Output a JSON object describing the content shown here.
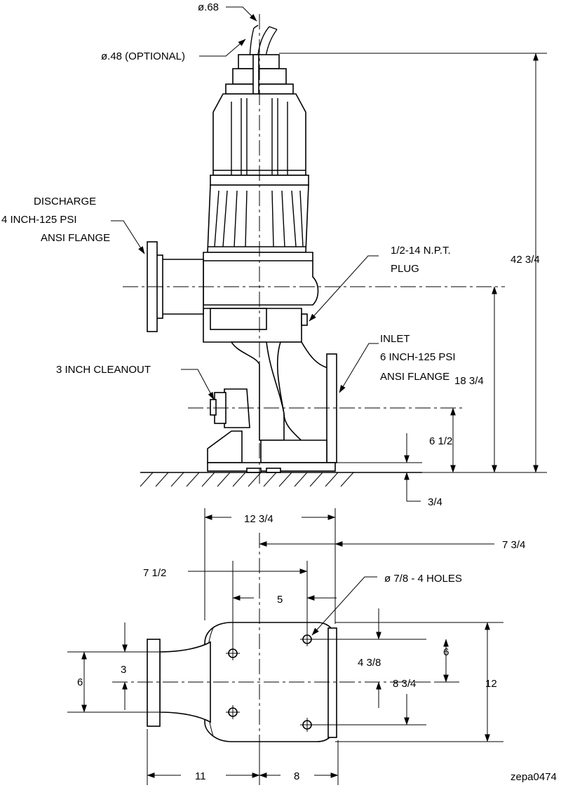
{
  "elevation_labels": {
    "cable_dia": "ø.68",
    "cable_dia_optional": "ø.48 (OPTIONAL)",
    "discharge_line1": "DISCHARGE",
    "discharge_line2": "4 INCH-125 PSI",
    "discharge_line3": "ANSI FLANGE",
    "plug_line1": "1/2-14 N.P.T.",
    "plug_line2": "PLUG",
    "inlet_line1": "INLET",
    "inlet_line2": "6 INCH-125 PSI",
    "inlet_line3": "ANSI FLANGE",
    "cleanout": "3 INCH CLEANOUT",
    "overall_height": "42 3/4",
    "discharge_height": "18 3/4",
    "inlet_height": "6 1/2",
    "base_thickness": "3/4"
  },
  "plan_labels": {
    "overall_width": "12 3/4",
    "half_width": "7 3/4",
    "bolt_offset": "7 1/2",
    "bolt_spacing_x": "5",
    "holes": "ø 7/8 - 4 HOLES",
    "flange_3": "3",
    "flange_6": "6",
    "dim_4_3_8": "4 3/8",
    "dim_6": "6",
    "dim_8_3_4": "8 3/4",
    "dim_12": "12",
    "dim_11": "11",
    "dim_8": "8"
  },
  "drawing_id": "zepa0474"
}
